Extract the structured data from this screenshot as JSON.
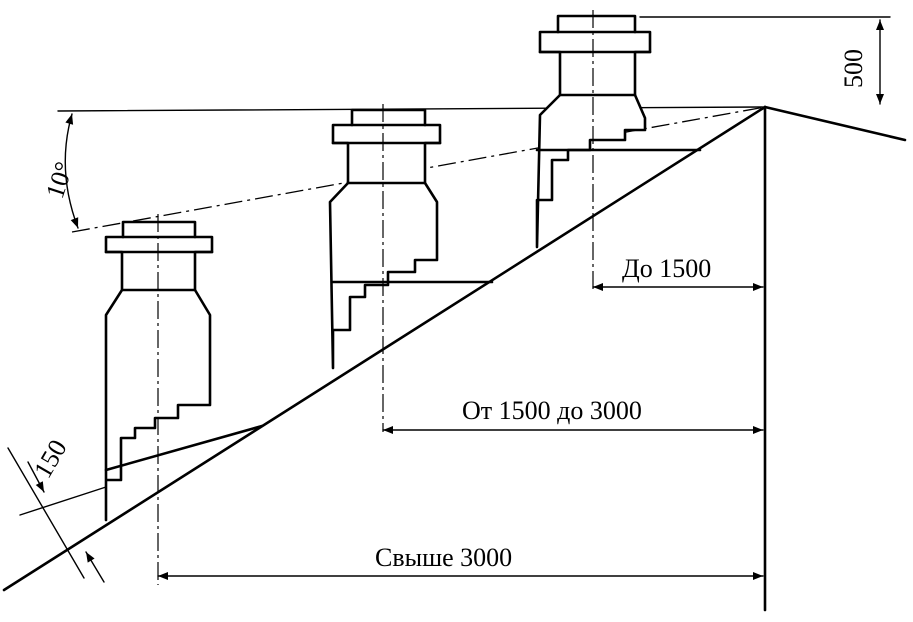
{
  "labels": {
    "angle": "10°",
    "height": "500",
    "thickness": "150",
    "dim_near": "До 1500",
    "dim_mid": "От 1500 до 3000",
    "dim_far": "Свыше 3000"
  }
}
